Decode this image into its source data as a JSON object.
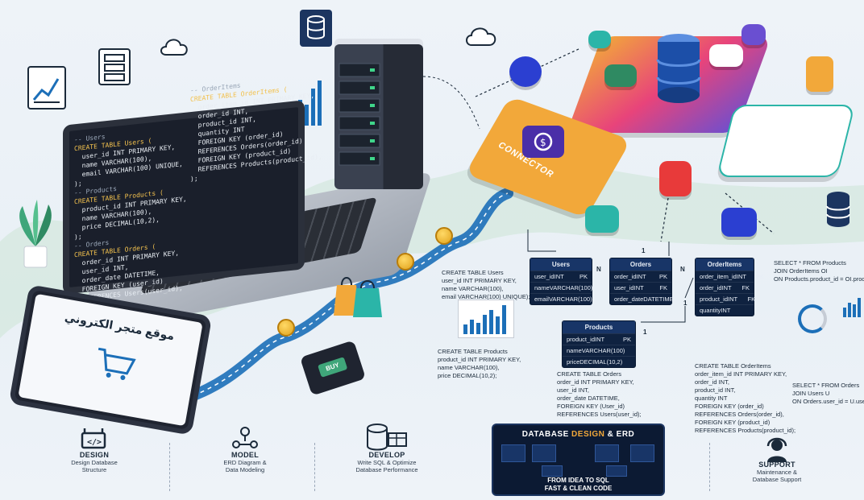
{
  "laptop": {
    "code_left": [
      "-- Users",
      "CREATE TABLE Users (",
      "  user_id INT PRIMARY KEY,",
      "  name VARCHAR(100),",
      "  email VARCHAR(100) UNIQUE,",
      ");",
      "-- Products",
      "CREATE TABLE Products (",
      "  product_id INT PRIMARY KEY,",
      "  name VARCHAR(100),",
      "  price DECIMAL(10,2),",
      ");",
      "-- Orders",
      "CREATE TABLE Orders (",
      "  order_id INT PRIMARY KEY,",
      "  user_id INT,",
      "  order_date DATETIME,",
      "  FOREIGN KEY (user_id)",
      "  REFERENCES Users(user_id),"
    ],
    "code_right": [
      "-- OrderItems",
      "CREATE TABLE OrderItems (",
      "  order_item_id INT PRIMARY KEY,",
      "  order_id INT,",
      "  product_id INT,",
      "  quantity INT",
      "  FOREIGN KEY (order_id)",
      "  REFERENCES Orders(order_id)",
      "  FOREIGN KEY (product_id)",
      "  REFERENCES Products(product_id),",
      ");"
    ]
  },
  "tablet": {
    "title": "موقع متجر الكتروني"
  },
  "buy_label": "BUY",
  "connector_label": "CONNECTOR",
  "erd": {
    "users": {
      "title": "Users",
      "rows": [
        [
          "user_id",
          "INT",
          "PK"
        ],
        [
          "name",
          "VARCHAR(100)",
          ""
        ],
        [
          "email",
          "VARCHAR(100)",
          ""
        ]
      ]
    },
    "orders": {
      "title": "Orders",
      "rows": [
        [
          "order_id",
          "INT",
          "PK"
        ],
        [
          "user_id",
          "INT",
          "FK"
        ],
        [
          "order_date",
          "DATETIME",
          ""
        ]
      ]
    },
    "orderitems": {
      "title": "OrderItems",
      "rows": [
        [
          "order_item_id",
          "INT",
          "PK"
        ],
        [
          "order_id",
          "INT",
          "FK"
        ],
        [
          "product_id",
          "INT",
          "FK"
        ],
        [
          "quantity",
          "INT",
          ""
        ]
      ]
    },
    "products": {
      "title": "Products",
      "rows": [
        [
          "product_id",
          "INT",
          "PK"
        ],
        [
          "name",
          "VARCHAR(100)",
          ""
        ],
        [
          "price",
          "DECIMAL(10,2)",
          ""
        ]
      ]
    },
    "card_n1": "N",
    "card_1a": "1",
    "card_n2": "N",
    "card_1b": "1",
    "card_1c": "1"
  },
  "sql": {
    "users": "CREATE TABLE Users\nuser_id INT PRIMARY KEY,\nname VARCHAR(100),\nemail VARCHAR(100) UNIQUE);",
    "products": "CREATE TABLE Products\nproduct_id INT PRIMARY KEY,\nname VARCHAR(100),\nprice DECIMAL(10,2);",
    "orders": "CREATE TABLE Orders\norder_id INT PRIMARY KEY,\nuser_id INT,\norder_date DATETIME,\nFOREIGN KEY (User_id)\nREFERENCES Users(user_id);",
    "orderitems": "CREATE TABLE OrderItems\norder_item_id INT PRIMARY KEY,\norder_id INT,\nproduct_id INT,\nquantity INT\nFOREIGN KEY (order_id)\nREFERENCES Orders(order_id),\nFOREIGN KEY (product_id)\nREFERENCES Products(product_id);",
    "select1": "SELECT * FROM Products\nJOIN OrderItems OI\nON Products.product_id = OI.product_id",
    "select2": "SELECT * FROM Orders\nJOIN Users U\nON Orders.user_id = U.user_id"
  },
  "steps": [
    {
      "label": "DESIGN",
      "sub": "Design Database\nStructure"
    },
    {
      "label": "MODEL",
      "sub": "ERD Diagram &\nData Modeling"
    },
    {
      "label": "DEVELOP",
      "sub": "Write SQL & Optimize\nDatabase Performance"
    },
    {
      "label": "SUPPORT",
      "sub": "Maintenance &\nDatabase Support"
    }
  ],
  "panel": {
    "title_a": "DATABASE ",
    "title_b": "DESIGN",
    "title_c": " & ERD",
    "tag1": "FROM IDEA TO SQL",
    "tag2": "FAST & CLEAN CODE"
  },
  "colors": {
    "navy": "#0f2240",
    "green": "#3fa67a",
    "orange": "#f2a83a",
    "pink": "#e8447a",
    "purple": "#6a4fd1",
    "teal": "#2bb5a8"
  }
}
